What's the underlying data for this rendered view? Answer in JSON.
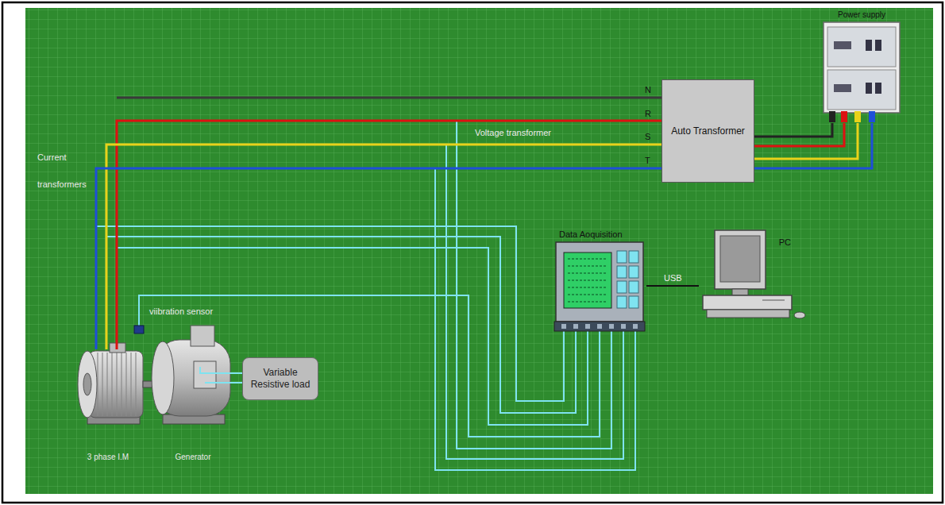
{
  "diagram": {
    "nodes": [
      {
        "text": [
          "Power supply"
        ]
      },
      {
        "text": [
          "Auto Transformer"
        ]
      },
      {
        "text": [
          "Data Aoquisition"
        ]
      },
      {
        "text": [
          "PC"
        ]
      },
      {
        "text": [
          "3 phase I.M"
        ]
      },
      {
        "text": [
          "Generator"
        ]
      },
      {
        "text": [
          "Variable Resistive load"
        ]
      }
    ],
    "edges": [
      {
        "from": 0,
        "to": 1,
        "arrow": "none"
      },
      {
        "from": 1,
        "to": 4,
        "arrow": "none"
      },
      {
        "from": 2,
        "to": 3,
        "label": "USB",
        "arrow": "none"
      },
      {
        "from": 5,
        "to": 6,
        "arrow": "none"
      }
    ],
    "labels": [
      "N",
      "R",
      "S",
      "T",
      "Voltage transformer",
      "Current transformers",
      "viibration sensor"
    ]
  }
}
